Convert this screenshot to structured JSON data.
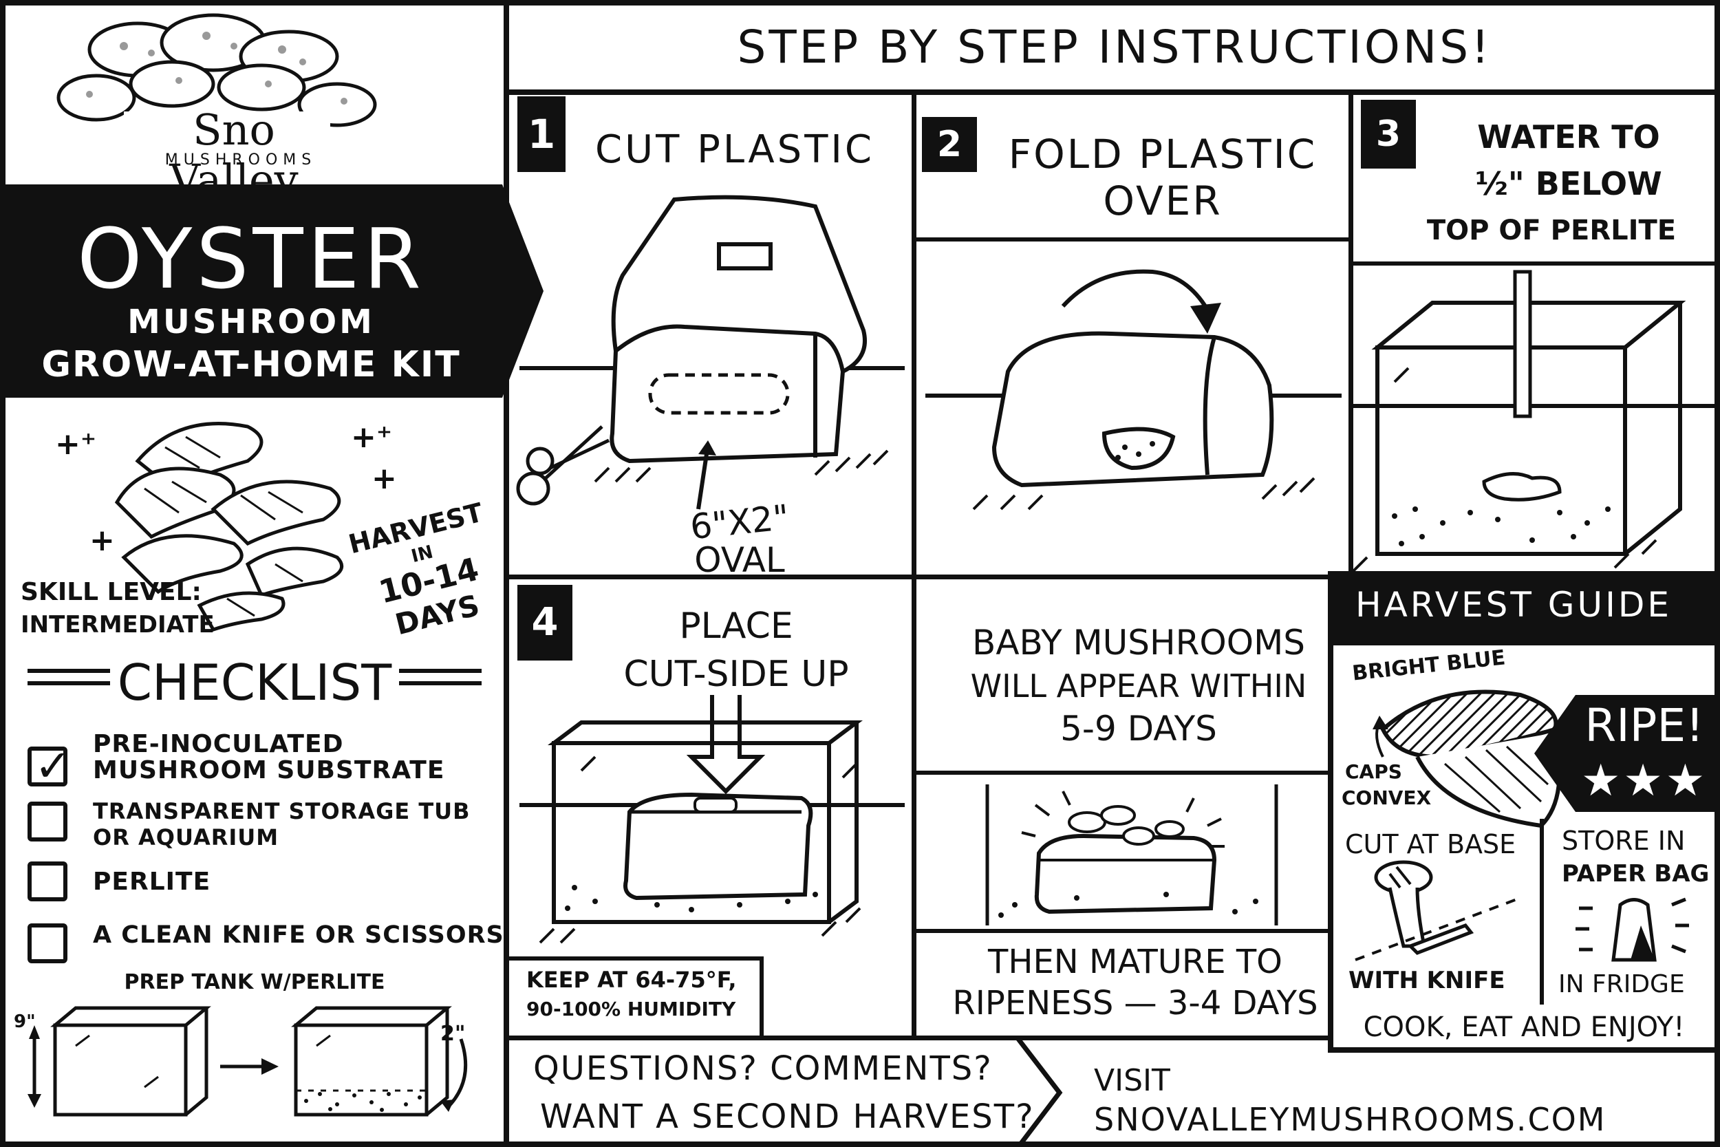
{
  "brand": {
    "name": "Sno Valley",
    "tagline": "MUSHROOMS"
  },
  "kit": {
    "title": "OYSTER",
    "subtitle_1": "MUSHROOM",
    "subtitle_2": "GROW-AT-HOME KIT",
    "skill_label": "SKILL LEVEL:",
    "skill_value": "INTERMEDIATE",
    "harvest_1": "HARVEST",
    "harvest_2": "IN",
    "harvest_3": "10-14",
    "harvest_4": "DAYS"
  },
  "checklist": {
    "heading": "CHECKLIST",
    "items": [
      {
        "label": "PRE-INOCULATED MUSHROOM SUBSTRATE",
        "checked": true
      },
      {
        "label": "TRANSPARENT STORAGE TUB OR AQUARIUM",
        "checked": false
      },
      {
        "label": "PERLITE",
        "checked": false
      },
      {
        "label": "A CLEAN KNIFE OR SCISSORS",
        "checked": false
      }
    ],
    "prep_label": "PREP TANK W/PERLITE",
    "prep_height_left": "9\"",
    "prep_height_right": "2\""
  },
  "header": {
    "title": "STEP BY STEP INSTRUCTIONS!"
  },
  "steps": {
    "s1": {
      "num": "1",
      "title": "CUT PLASTIC",
      "note_1": "6\"x2\"",
      "note_2": "OVAL"
    },
    "s2": {
      "num": "2",
      "title_1": "FOLD PLASTIC",
      "title_2": "OVER"
    },
    "s3": {
      "num": "3",
      "title_1": "WATER TO",
      "title_2": "½\" BELOW",
      "title_3": "TOP OF PERLITE"
    },
    "s4": {
      "num": "4",
      "title_1": "PLACE",
      "title_2": "CUT-SIDE UP",
      "note_1": "KEEP AT 64-75°F,",
      "note_2": "90-100% HUMIDITY"
    },
    "s5": {
      "title_1": "BABY MUSHROOMS",
      "title_2": "WILL APPEAR WITHIN",
      "title_3": "5-9 DAYS",
      "bottom_1": "THEN MATURE TO",
      "bottom_2": "RIPENESS — 3-4 DAYS"
    }
  },
  "harvest_guide": {
    "title": "HARVEST GUIDE",
    "bright_blue": "BRIGHT BLUE",
    "caps_1": "CAPS",
    "caps_2": "CONVEX",
    "ripe": "RIPE!",
    "stars": "★★★",
    "cut_1": "CUT AT BASE",
    "cut_2": "WITH KNIFE",
    "store_1": "STORE IN",
    "store_2": "PAPER BAG",
    "store_3": "IN FRIDGE",
    "enjoy": "COOK, EAT AND ENJOY!"
  },
  "footer": {
    "q_1": "QUESTIONS? COMMENTS?",
    "q_2": "WANT A SECOND HARVEST?",
    "visit_1": "VISIT",
    "visit_2": "SNOVALLEYMUSHROOMS.COM"
  }
}
